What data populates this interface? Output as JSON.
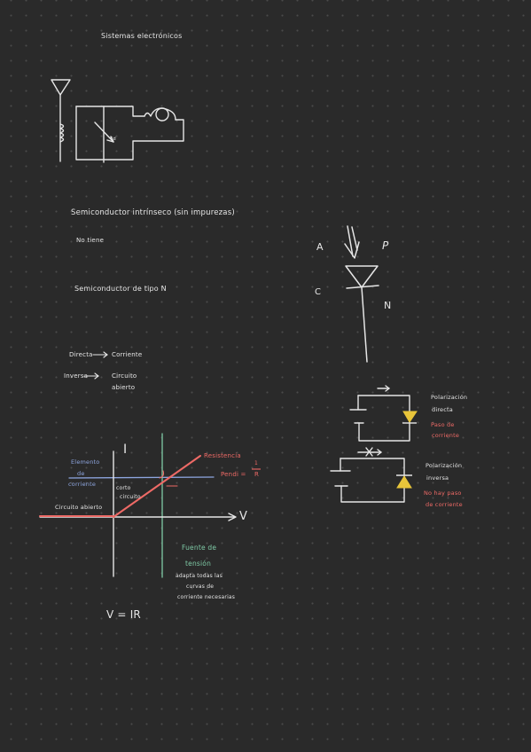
{
  "title": "Sistemas electrónicos",
  "notes": {
    "intrinsic": "Semiconductor intrínseco (sin impurezas)",
    "no_tiene": "No tiene",
    "tipo_n": "Semiconductor de tipo N",
    "directa": "Directa",
    "corriente": "Corriente",
    "inversa": "Inversa",
    "circuito": "Circuito",
    "abierto": "abierto"
  },
  "diode": {
    "anode": "A",
    "cathode": "C",
    "p": "P",
    "n": "N"
  },
  "polarization": {
    "direct_title_1": "Polarización",
    "direct_title_2": "directa",
    "direct_note_1": "Paso de",
    "direct_note_2": "corriente",
    "inverse_title_1": "Polarización",
    "inverse_title_2": "inversa",
    "inverse_note_1": "No hay paso",
    "inverse_note_2": "de corriente",
    "direct_diode_color": "#e8c53a",
    "inverse_diode_color": "#e8c53a"
  },
  "graph": {
    "axis_i": "I",
    "axis_v": "V",
    "elemento_1": "Elemento",
    "elemento_2": "de",
    "elemento_3": "corriente",
    "circuito_abierto": "Circuito abierto",
    "corto_1": "corto",
    "corto_2": "circuito",
    "resistencia": "Resistencia",
    "pendiente": "Pendi =",
    "frac_num": "1",
    "frac_den": "R",
    "fuente_1": "Fuente de",
    "fuente_2": "tensión",
    "fuente_3": "adapta todas las",
    "fuente_4": "curvas de",
    "fuente_5": "corriente necesarias"
  },
  "formula": "V = IR",
  "colors": {
    "ink": "#e6e6e6",
    "pink": "#ee6a66",
    "teal": "#7fcaa6",
    "blue": "#8ea6e0",
    "background": "#2a2a2a"
  }
}
